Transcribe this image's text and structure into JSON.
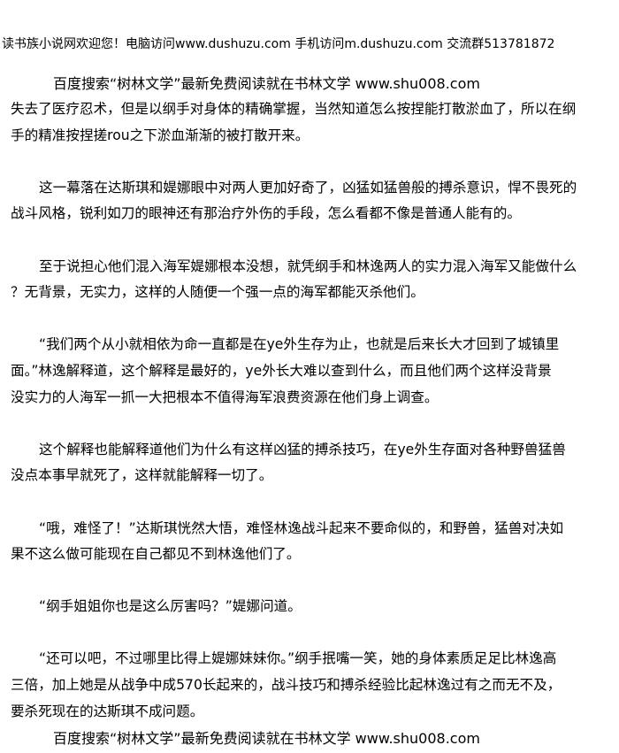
{
  "site_banner": "读书族小说网欢迎您！电脑访问www.dushuzu.com 手机访问m.dushuzu.com 交流群513781872",
  "ad_line": "百度搜索“树林文学”最新免费阅读就在书林文学 www.shu008.com",
  "paragraphs": [
    {
      "lines": [
        "失去了医疗忍术，但是以纲手对身体的精确掌握，当然知道怎么按捏能打散淤血了，所以在纲",
        "手的精准按捏搓rou之下淤血渐渐的被打散开来。"
      ]
    },
    {
      "lines": [
        "这一幕落在达斯琪和媞娜眼中对两人更加好奇了，凶猛如猛兽般的搏杀意识，悍不畏死的",
        "战斗风格，锐利如刀的眼神还有那治疗外伤的手段，怎么看都不像是普通人能有的。"
      ]
    },
    {
      "lines": [
        "至于说担心他们混入海军媞娜根本没想，就凭纲手和林逸两人的实力混入海军又能做什么",
        "？无背景，无实力，这样的人随便一个强一点的海军都能灭杀他们。"
      ]
    },
    {
      "lines": [
        "“我们两个从小就相依为命一直都是在ye外生存为止，也就是后来长大才回到了城镇里",
        "面。”林逸解释道，这个解释是最好的，ye外长大难以查到什么，而且他们两个这样没背景",
        "没实力的人海军一抓一大把根本不值得海军浪费资源在他们身上调查。"
      ]
    },
    {
      "lines": [
        "这个解释也能解释道他们为什么有这样凶猛的搏杀技巧，在ye外生存面对各种野兽猛兽",
        "没点本事早就死了，这样就能解释一切了。"
      ]
    },
    {
      "lines": [
        "“哦，难怪了！”达斯琪恍然大悟，难怪林逸战斗起来不要命似的，和野兽，猛兽对决如",
        "果不这么做可能现在自己都见不到林逸他们了。"
      ]
    },
    {
      "lines": [
        "“纲手姐姐你也是这么厉害吗？”媞娜问道。"
      ]
    },
    {
      "lines": [
        "“还可以吧，不过哪里比得上媞娜妹妹你。”纲手抿嘴一笑，她的身体素质足足比林逸高",
        "三倍，加上她是从战争中成570长起来的，战斗技巧和搏杀经验比起林逸过有之而无不及，",
        "要杀死现在的达斯琪不成问题。"
      ]
    }
  ]
}
